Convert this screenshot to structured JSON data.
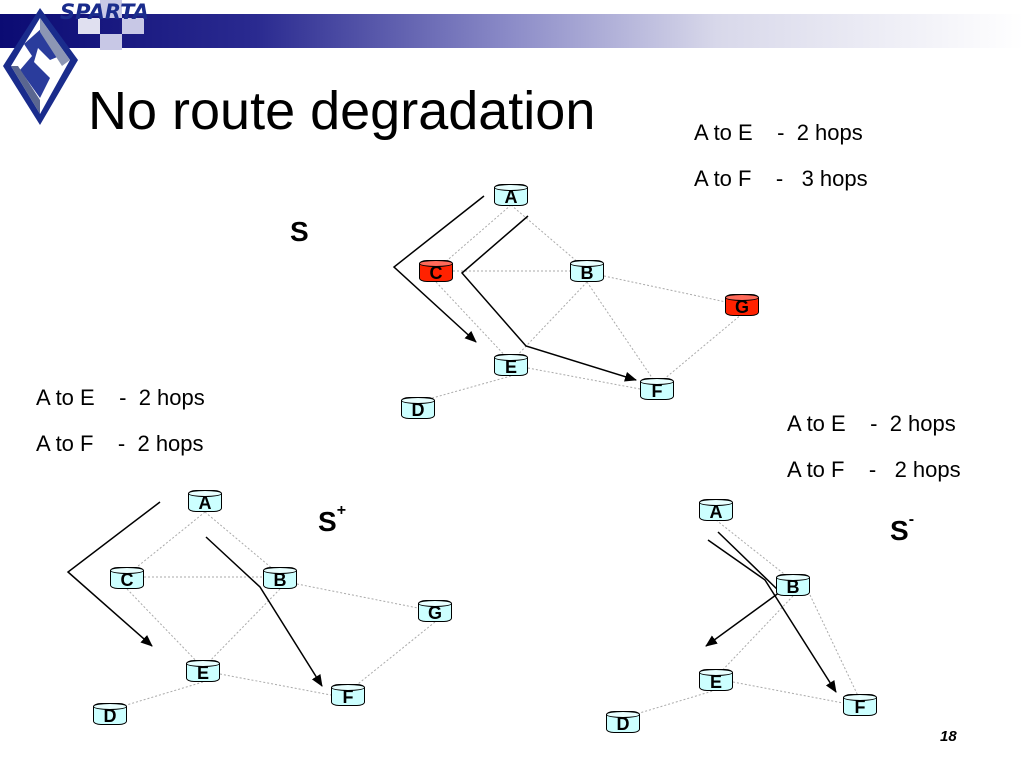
{
  "slide": {
    "logo_text": "SPARTA",
    "title": "No route degradation",
    "page_number": "18"
  },
  "colors": {
    "node_fill": "#ccffff",
    "failed_node_fill": "#ff2200",
    "banner": "#0b0b73",
    "logo_blue": "#1a2c8c"
  },
  "diagrams": {
    "s": {
      "label": "S",
      "hops": [
        {
          "text": "A to E    -  2 hops"
        },
        {
          "text": "A to F    -   3 hops"
        }
      ],
      "nodes": {
        "a": "A",
        "b": "B",
        "c": "C",
        "d": "D",
        "e": "E",
        "f": "F",
        "g": "G"
      },
      "failed_nodes": [
        "C",
        "G"
      ]
    },
    "s_plus": {
      "label": "S",
      "superscript": "+",
      "hops": [
        {
          "text": "A to E    -  2 hops"
        },
        {
          "text": "A to F    -  2 hops"
        }
      ],
      "nodes": {
        "a": "A",
        "b": "B",
        "c": "C",
        "d": "D",
        "e": "E",
        "f": "F",
        "g": "G"
      }
    },
    "s_minus": {
      "label": "S",
      "superscript": "-",
      "hops": [
        {
          "text": "A to E    -  2 hops"
        },
        {
          "text": "A to F    -   2 hops"
        }
      ],
      "nodes": {
        "a": "A",
        "b": "B",
        "d": "D",
        "e": "E",
        "f": "F"
      }
    }
  }
}
